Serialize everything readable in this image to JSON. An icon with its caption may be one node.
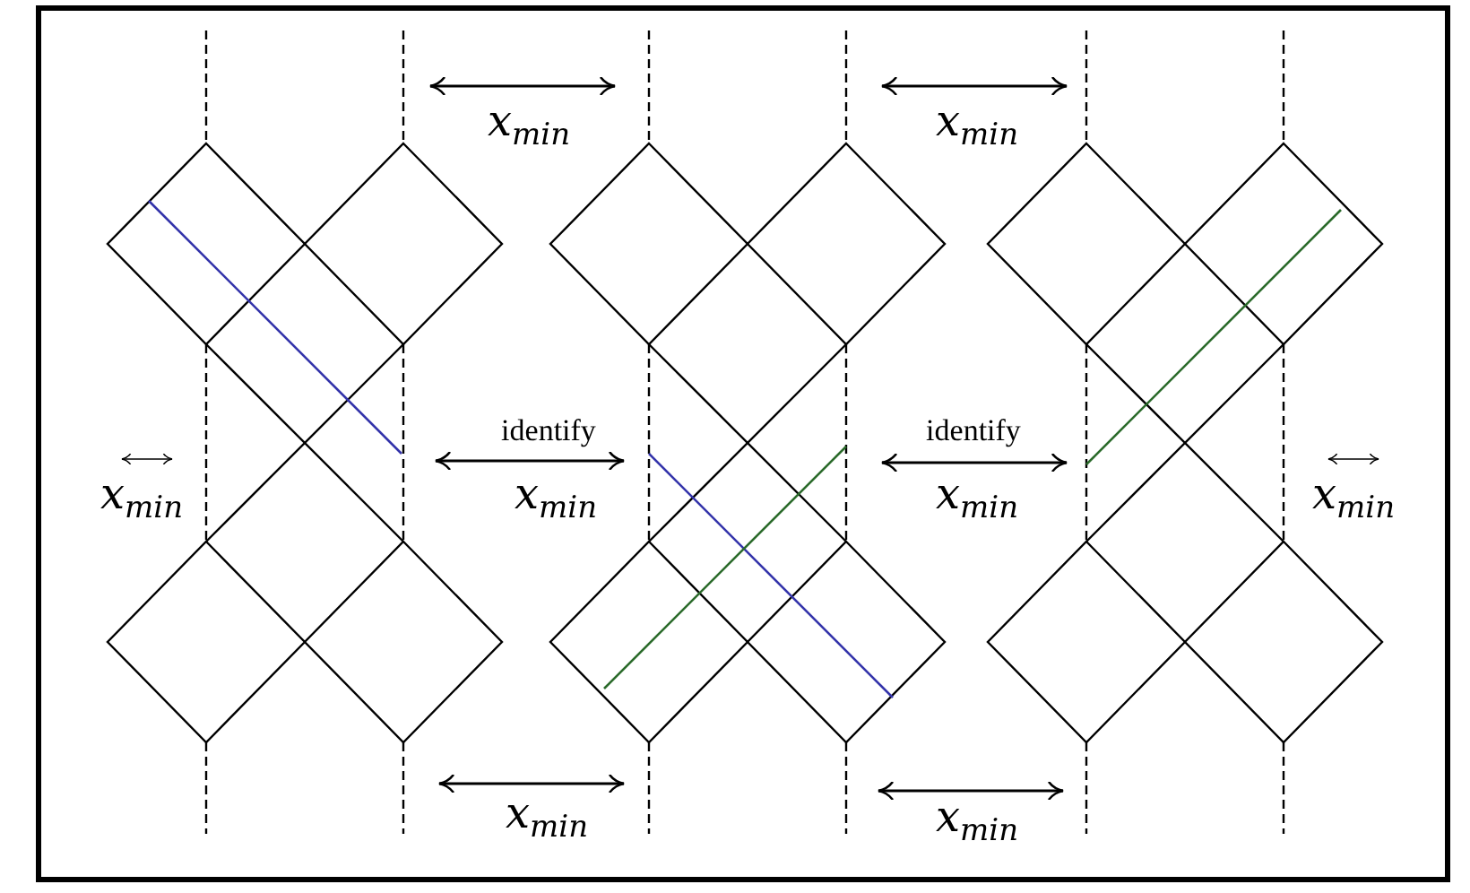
{
  "diagram": {
    "labels": [
      "x$_{min}$",
      "x$_{min}$",
      "identify",
      "identify",
      "x$_{min}$",
      "x$_{min}$",
      "x$_{min}$",
      "x$_{min}$",
      "x$_{min}$",
      "x$_{min}$"
    ]
  }
}
